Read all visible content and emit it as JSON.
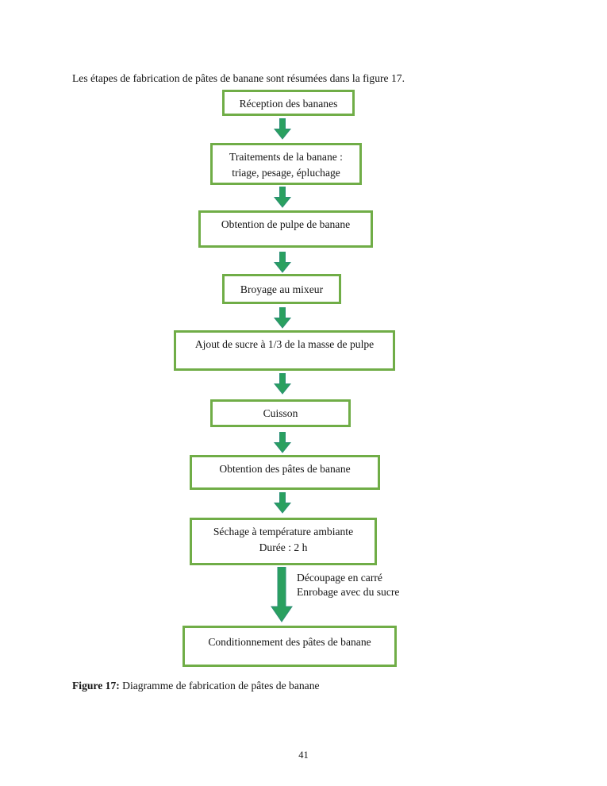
{
  "page": {
    "intro_text": "Les étapes de fabrication de pâtes de banane sont résumées dans la figure 17.",
    "page_number": "41"
  },
  "figure": {
    "caption_label": "Figure 17:",
    "caption_text": " Diagramme de fabrication de pâtes de banane"
  },
  "colors": {
    "box_border": "#70AD47",
    "arrow_fill": "#2AA05F",
    "arrow_edge": "#2D8F77",
    "text": "#141414"
  },
  "flowchart": {
    "steps": [
      {
        "label": "Réception des bananes"
      },
      {
        "label": "Traitements de la banane :\ntriage, pesage, épluchage"
      },
      {
        "label": "Obtention de pulpe de banane"
      },
      {
        "label": "Broyage au mixeur"
      },
      {
        "label": "Ajout de sucre à 1/3 de la masse de pulpe"
      },
      {
        "label": "Cuisson"
      },
      {
        "label": "Obtention des pâtes de banane"
      },
      {
        "label": "Séchage à température ambiante\nDurée : 2 h"
      },
      {
        "label": "Conditionnement des pâtes de banane"
      }
    ],
    "arrow_annotation": "Découpage en carré\nEnrobage avec du sucre"
  }
}
